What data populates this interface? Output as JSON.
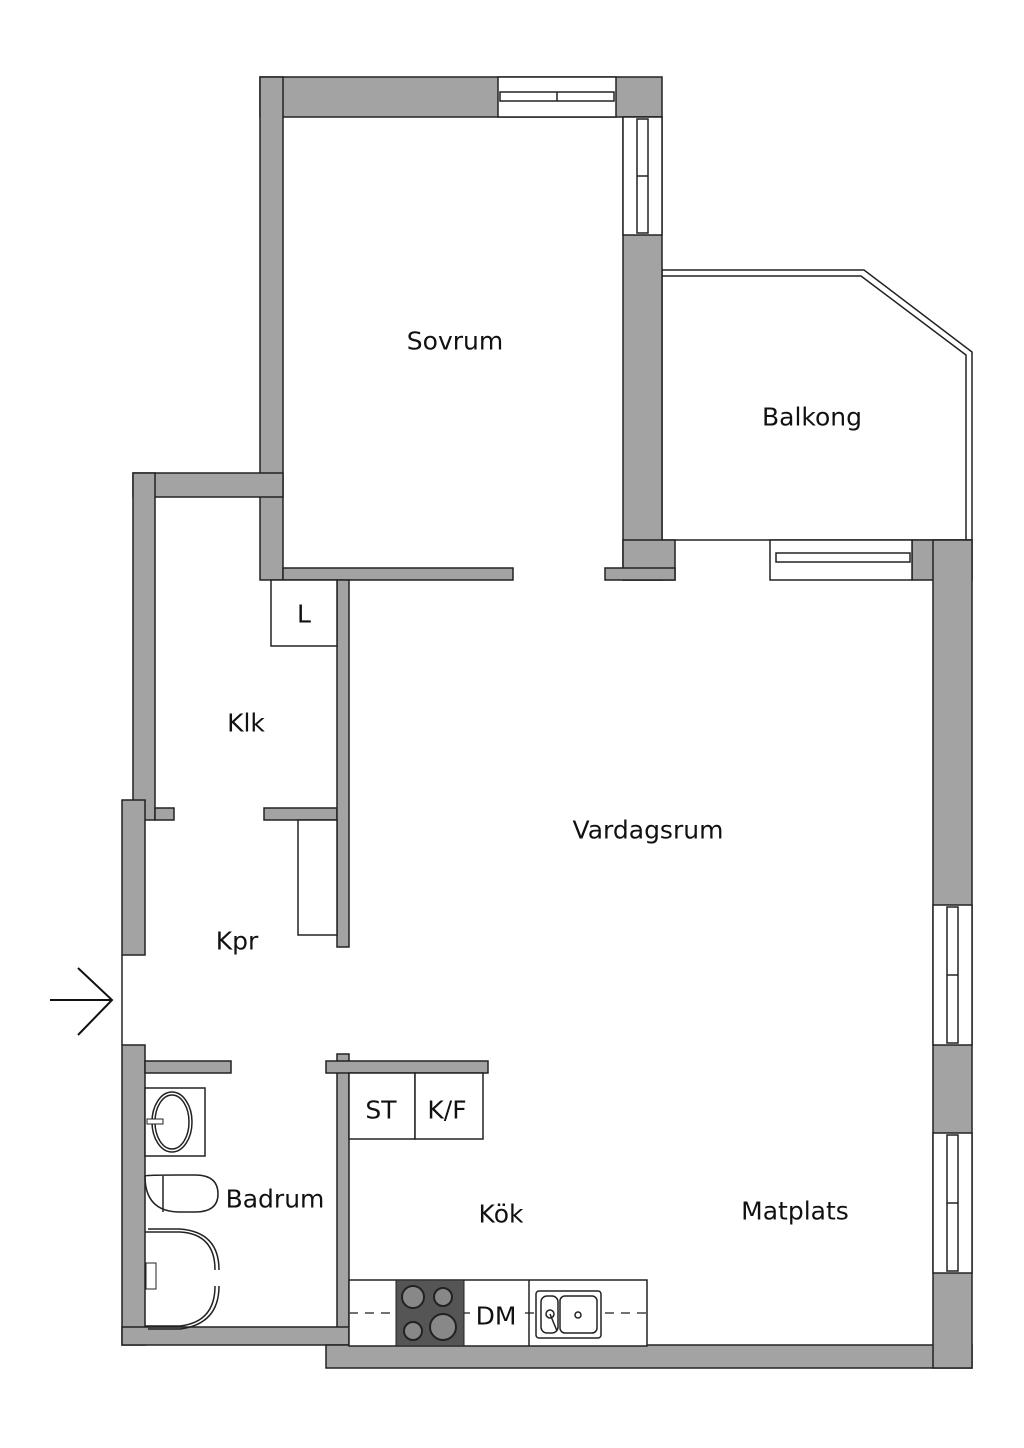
{
  "rooms": {
    "sovrum": "Sovrum",
    "balkong": "Balkong",
    "klk": "Klk",
    "l": "L",
    "kpr": "Kpr",
    "vardagsrum": "Vardagsrum",
    "badrum": "Badrum",
    "kok": "Kök",
    "matplats": "Matplats"
  },
  "fixtures": {
    "st": "ST",
    "kf": "K/F",
    "dm": "DM"
  },
  "colors": {
    "wall": "#a3a3a3",
    "stove": "#555555",
    "line": "#222222"
  }
}
